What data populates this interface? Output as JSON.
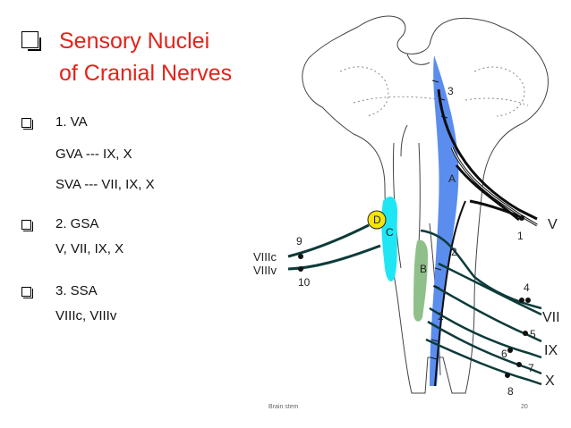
{
  "title_line1": "Sensory Nuclei",
  "title_line2": "of Cranial Nerves",
  "items": [
    {
      "heading": "1. VA",
      "sub1": "GVA --- IX, X",
      "sub2": "SVA --- VII, IX, X"
    },
    {
      "heading": "2. GSA",
      "sub1": "V, VII, IX, X"
    },
    {
      "heading": "3. SSA",
      "sub1": "VIIIc, VIIIv"
    }
  ],
  "diagram_labels": {
    "A": "A",
    "B": "B",
    "C": "C",
    "D": "D",
    "n1": "1",
    "n2a": "2",
    "n2b": "2",
    "n3": "3",
    "n4": "4",
    "n5": "5",
    "n6": "6",
    "n7": "7",
    "n8": "8",
    "n9": "9",
    "n10": "10",
    "V": "V",
    "VII": "VII",
    "IX": "IX",
    "X": "X",
    "VIIIc": "VIIIc",
    "VIIIv": "VIIIv"
  },
  "colors": {
    "title": "#e2231a",
    "blue_nucleus": "#5b8def",
    "cyan_nucleus": "#1fe6f5",
    "green_nucleus": "#8fc08a",
    "yellow_nucleus": "#f5e50a",
    "nerve": "#0d3b3a"
  },
  "footer": {
    "left": "Brain stem",
    "page": "20"
  }
}
